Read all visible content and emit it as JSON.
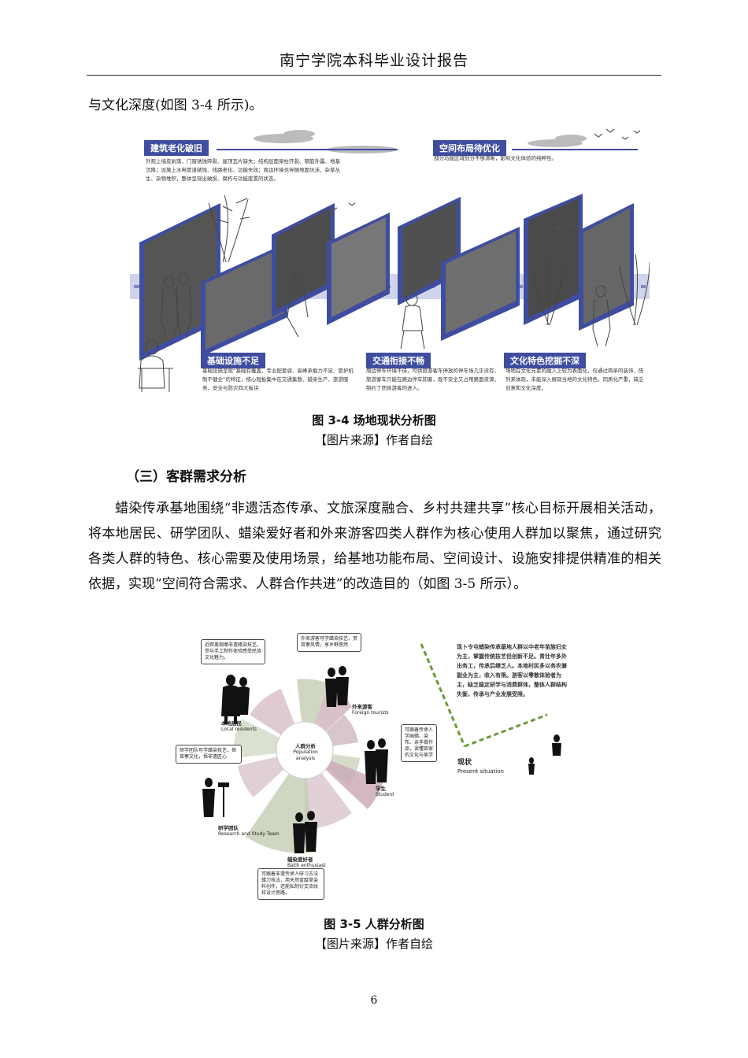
{
  "header": {
    "title": "南宁学院本科毕业设计报告"
  },
  "intro_line": "与文化深度(如图 3-4 所示)。",
  "figure1": {
    "tags": {
      "aging": "建筑老化破旧",
      "layout": "空间布局待优化",
      "infra": "基础设施不足",
      "traffic": "交通衔接不畅",
      "culture": "文化特色挖掘不深"
    },
    "texts": {
      "aging": "外观上墙皮剥落、门窗锈蚀碎裂、屋顶瓦片缺失；结构层面梁柱开裂、钢筋外露、地基沉降；设施上水电管道锈蚀、线路老化、功能失效；周边环境也伴随地面坑洼、杂草丛生、杂物堆积，整体呈现出破损、腐朽与功能废置的状态。",
      "layout": "部分功能区域划分不够清晰，影响文化体验的纯粹性。",
      "infra": "基础设施呈现“基础有覆盖、专业配套弱、高峰承载力不足、管护机制不健全”的特征，核心短板集中在交通集散、蜡染生产、旅游服务、安全与防灾四大板块",
      "traffic": "周边停车环境不佳，可供旅游客车停放的停车场几乎没有，旅游客车只能在路边停车卸客，既不安全又占用路面资源，制约了团体游客的进入。",
      "culture": "场地在文化元素的融入上较为表面化，仅通过简单的装饰、陈列来体现，未能深入展现当地的文化特色，同质化严重，缺乏创意和文化深度。"
    }
  },
  "figure1_caption": "图 3-4  场地现状分析图",
  "figure1_source": "【图片来源】作者自绘",
  "section_heading": "（三）客群需求分析",
  "paragraph": "蜡染传承基地围绕“非遗活态传承、文旅深度融合、乡村共建共享”核心目标开展相关活动，将本地居民、研学团队、蜡染爱好者和外来游客四类人群作为核心使用人群加以聚焦，通过研究各类人群的特色、核心需要及使用场景，给基地功能布局、空间设计、设施安排提供精准的相关依据，实现“空间符合需求、人群合作共进”的改造目的（如图 3-5 所示）。",
  "figure2": {
    "center_cn": "人群分析",
    "center_en": "Population analysis",
    "groups": {
      "local_cn": "本地居民",
      "local_en": "Local residents",
      "foreign_cn": "外来游客",
      "foreign_en": "Foreign tourists",
      "student_cn": "学生",
      "student_en": "Student",
      "research_cn": "研学团队",
      "research_en": "Research and Study Team",
      "batik_cn": "蜡染爱好者",
      "batik_en": "Batik enthusiast"
    },
    "bubbles": {
      "local": "近距离观摩非遗蜡染技艺，参与手工制作体验感受民族文化魅力。",
      "foreign": "外来游客可学蜡染技艺，赏苗寨风情，享乡野悠然",
      "research": "研学团队可学蜡染技艺，探苗寨文化，悟非遗匠心",
      "student": "可跟着传承人学画蜡、染布、亲手做作品，读懂苗家的文化与美学",
      "batik": "可跟着非遗传承人研习古法蜡刀技法，用天然蓝靛草染料创作，还能私制衍交流纹样设计思路。"
    },
    "status_text": "现卜令屯蜡染传承基地人群以中老年苗族妇女为主，掌握传统技艺但创新不足。青壮年多外出务工，传承后继乏人。本地村民多以务农兼副业为主，收入有限。游客以零散体验者为主，缺乏稳定研学与消费群体，整体人群结构失衡，传承与产业发展受限。",
    "status_cn": "现状",
    "status_en": "Present situation"
  },
  "figure2_caption": "图 3-5    人群分析图",
  "figure2_source": "【图片来源】作者自绘",
  "page_number": "6",
  "colors": {
    "accent": "#3f4da0",
    "rose": "#c9a7b4",
    "sage": "#c3cdb3",
    "dash": "#6a9a3a"
  }
}
